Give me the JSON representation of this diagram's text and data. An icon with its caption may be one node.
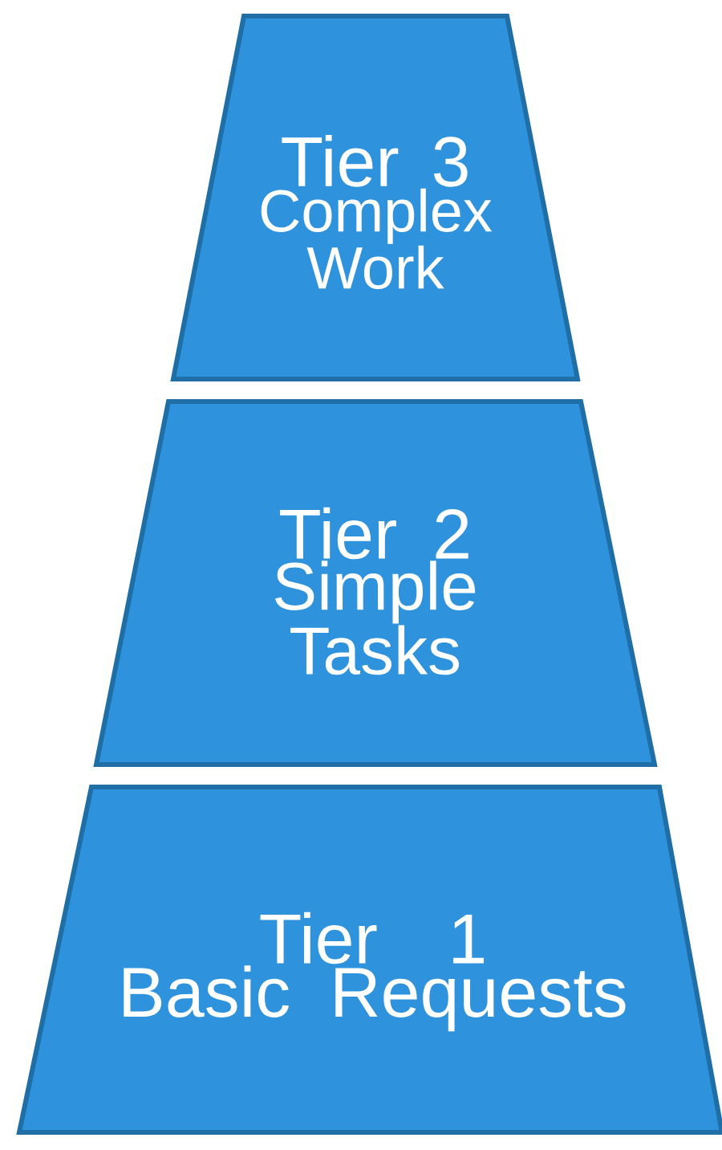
{
  "diagram": {
    "nodes": [
      {
        "text": [
          "Tier 3",
          "Complex Work"
        ]
      },
      {
        "text": [
          "Tier 2",
          "Simple Tasks"
        ]
      },
      {
        "text": [
          "Tier 1",
          "Basic Requests"
        ]
      }
    ]
  }
}
